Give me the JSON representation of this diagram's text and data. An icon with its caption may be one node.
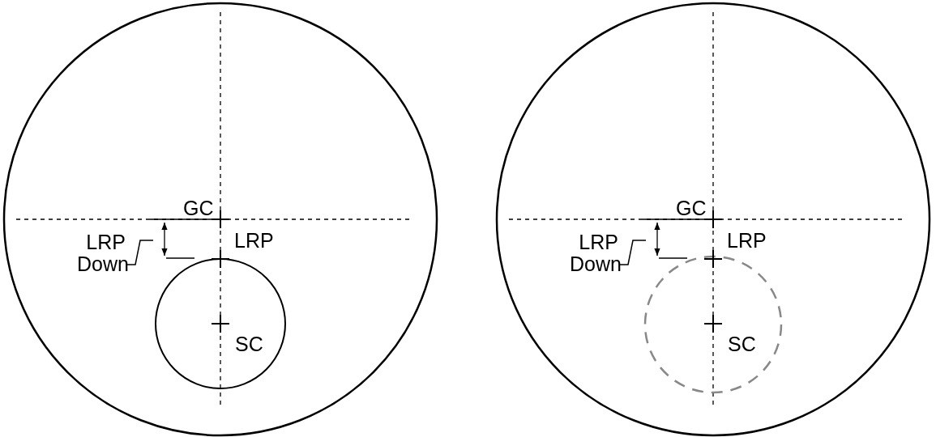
{
  "diagram": {
    "nodes": [
      {
        "text": [
          "LRP Down"
        ]
      },
      {
        "text": [
          "LRP Down"
        ]
      }
    ],
    "edges": [
      {
        "from": 0,
        "to": null,
        "arrow": "none"
      },
      {
        "from": 1,
        "to": null,
        "arrow": "none"
      }
    ],
    "labels": [
      "GC",
      "LRP",
      "SC",
      "GC",
      "LRP",
      "SC"
    ]
  }
}
